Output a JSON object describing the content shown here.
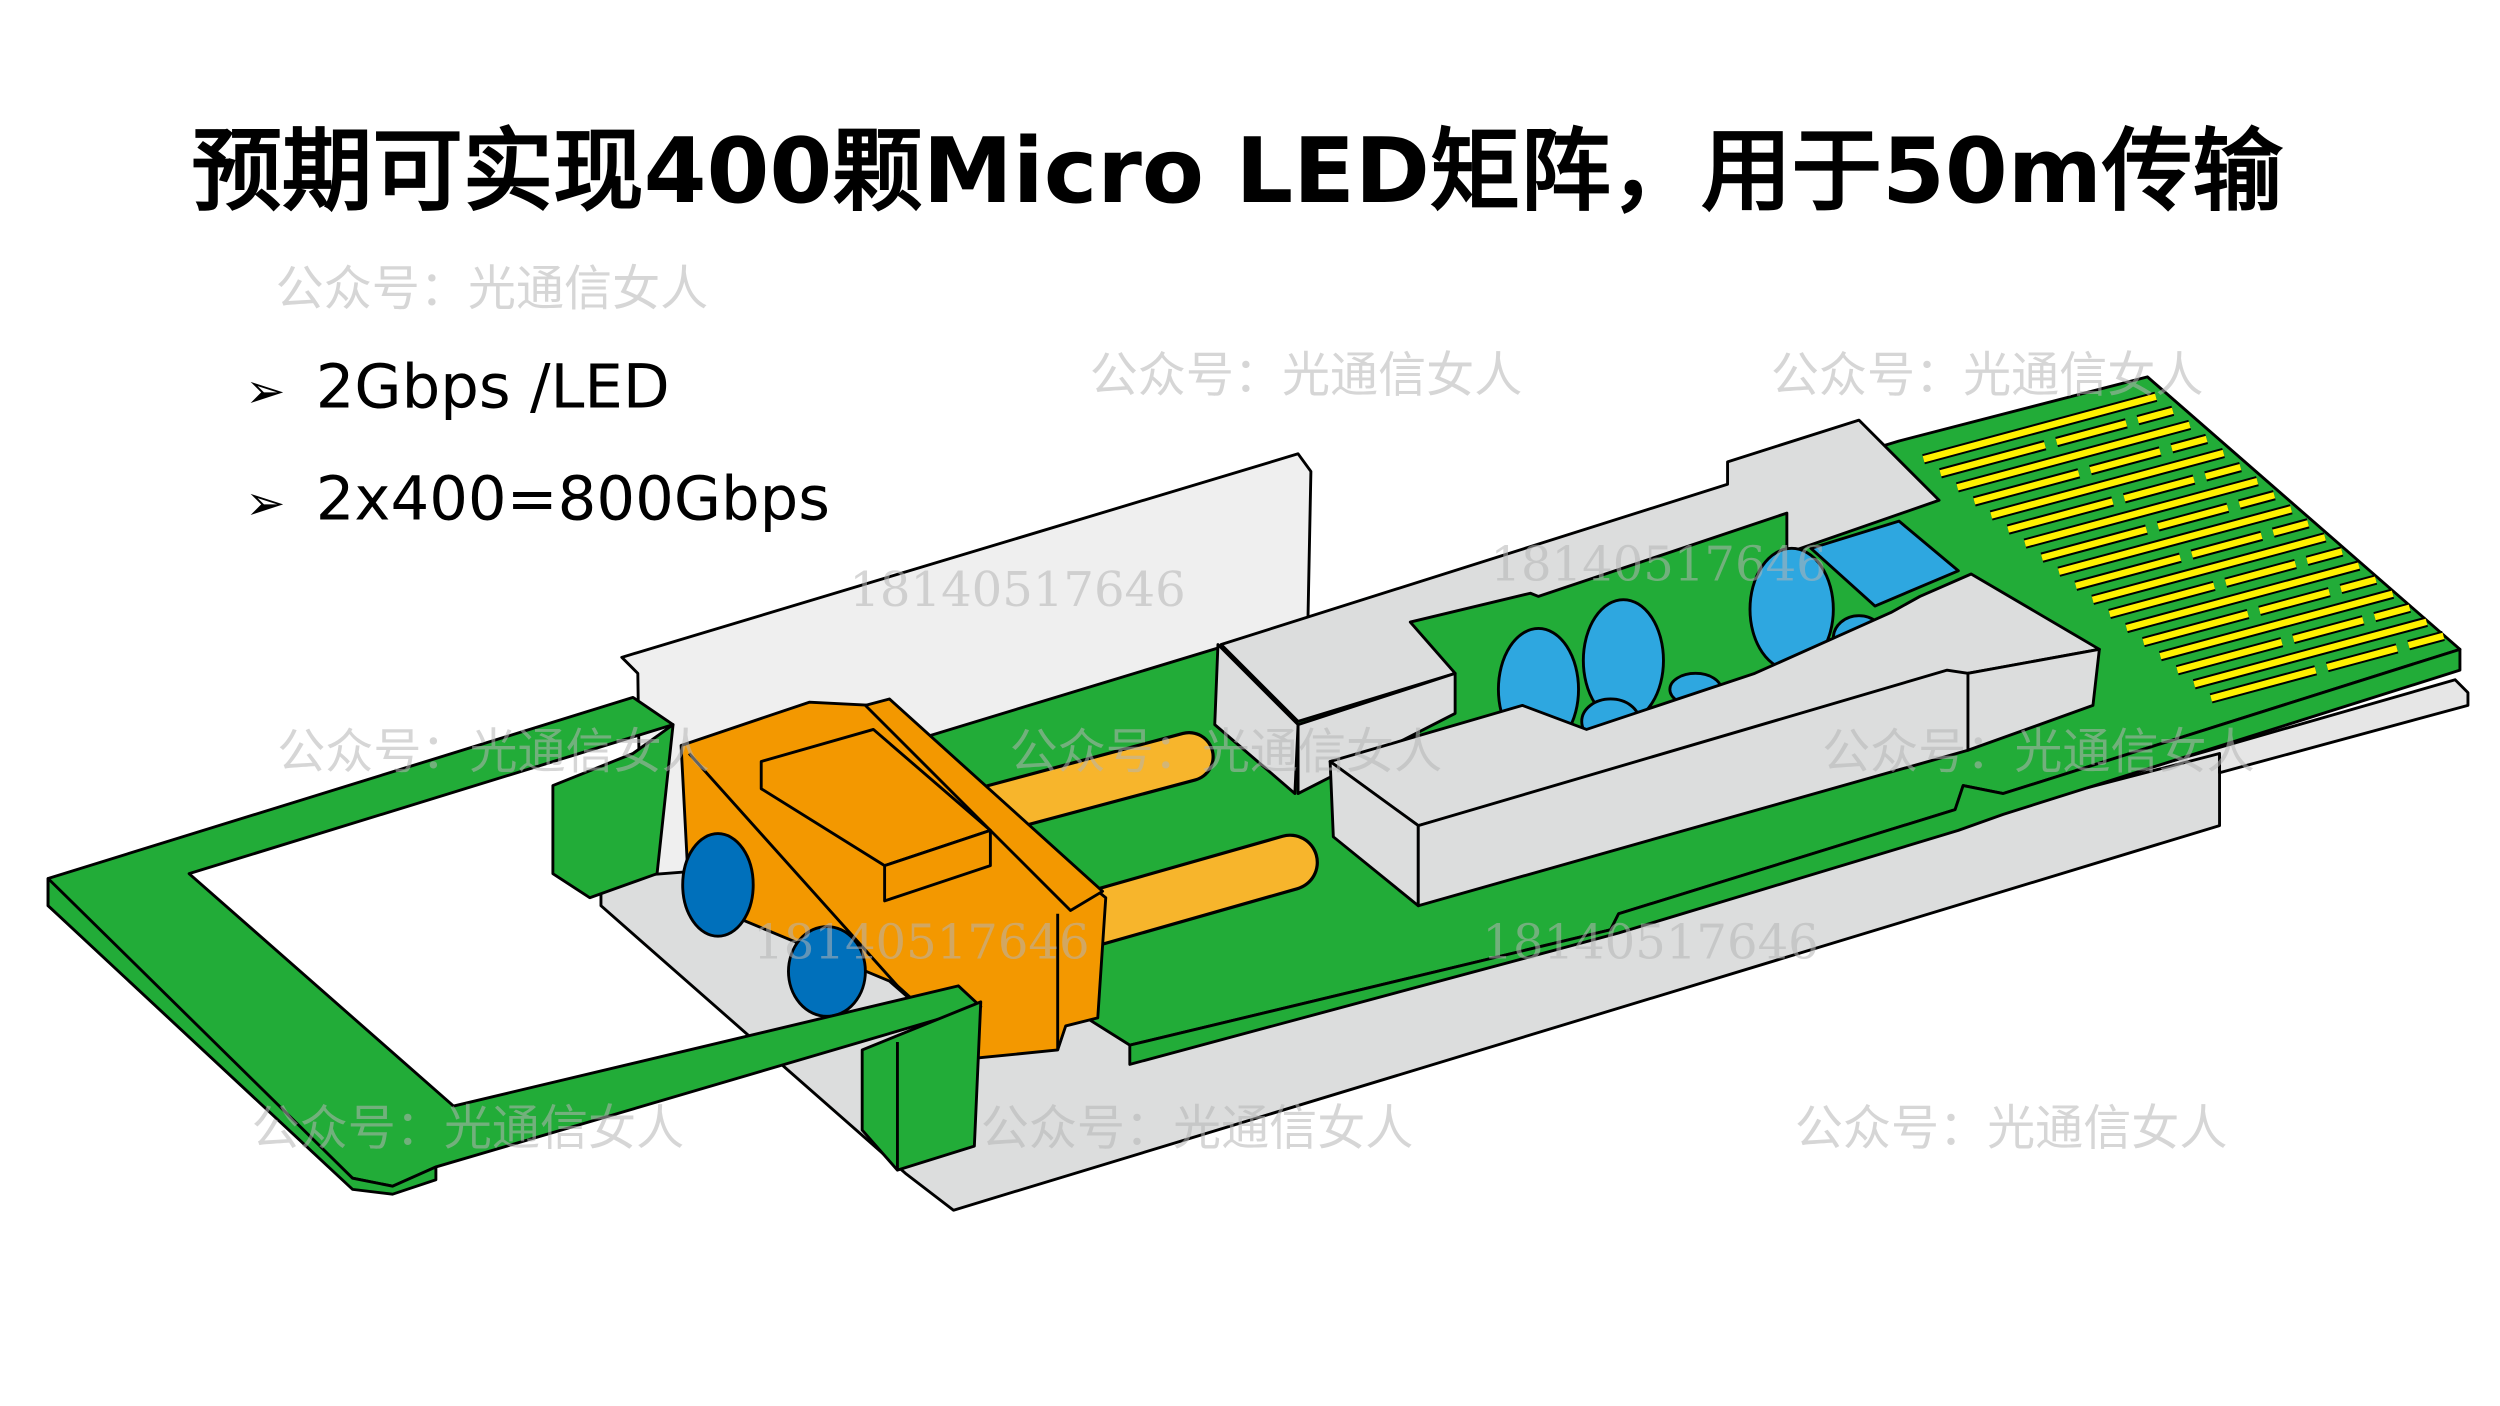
{
  "title": "预期可实现400颗Micro LED矩阵，用于50m传输",
  "bullets": [
    {
      "icon": "arrow-bullet-icon",
      "text": "2Gbps /LED"
    },
    {
      "icon": "arrow-bullet-icon",
      "text": "2x400=800Gbps"
    }
  ],
  "watermarks": {
    "account": "公众号：光通信女人",
    "phone": "18140517646"
  },
  "colors": {
    "pcb": "#22ac38",
    "housing": "#dcdddd",
    "wall": "#efefef",
    "orange": "#f39800",
    "fiber": "#f7b52c",
    "lens_dark": "#0070bb",
    "lens_light": "#2ea7e0",
    "pad": "#fff100"
  }
}
